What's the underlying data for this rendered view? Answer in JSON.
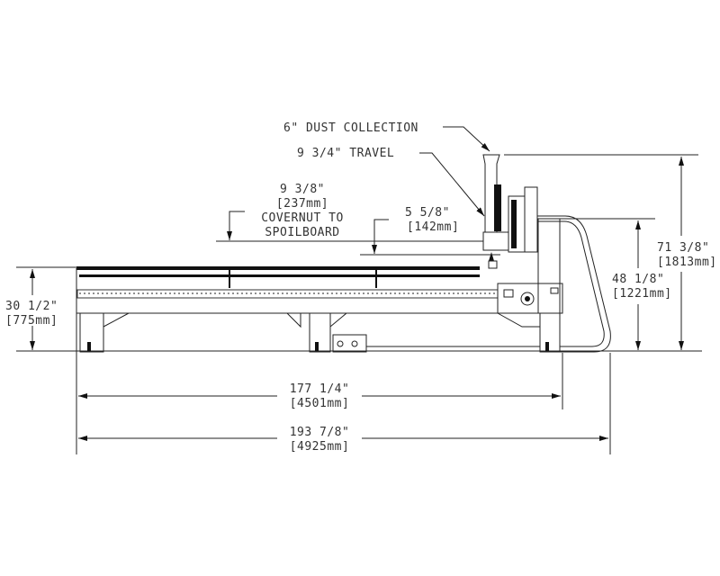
{
  "title": "CNC router side elevation",
  "callouts": {
    "dust_collection": "6\" DUST COLLECTION",
    "travel": "9 3/4\" TRAVEL",
    "covernut_in": "9 3/8\"",
    "covernut_mm": "[237mm]",
    "covernut_label1": "COVERNUT TO",
    "covernut_label2": "SPOILBOARD",
    "clearance_in": "5 5/8\"",
    "clearance_mm": "[142mm]"
  },
  "dimensions": {
    "table_height_in": "30 1/2\"",
    "table_height_mm": "[775mm]",
    "overall_height_in": "71 3/8\"",
    "overall_height_mm": "[1813mm]",
    "gantry_height_in": "48 1/8\"",
    "gantry_height_mm": "[1221mm]",
    "table_length_in": "177 1/4\"",
    "table_length_mm": "[4501mm]",
    "overall_length_in": "193 7/8\"",
    "overall_length_mm": "[4925mm]"
  }
}
